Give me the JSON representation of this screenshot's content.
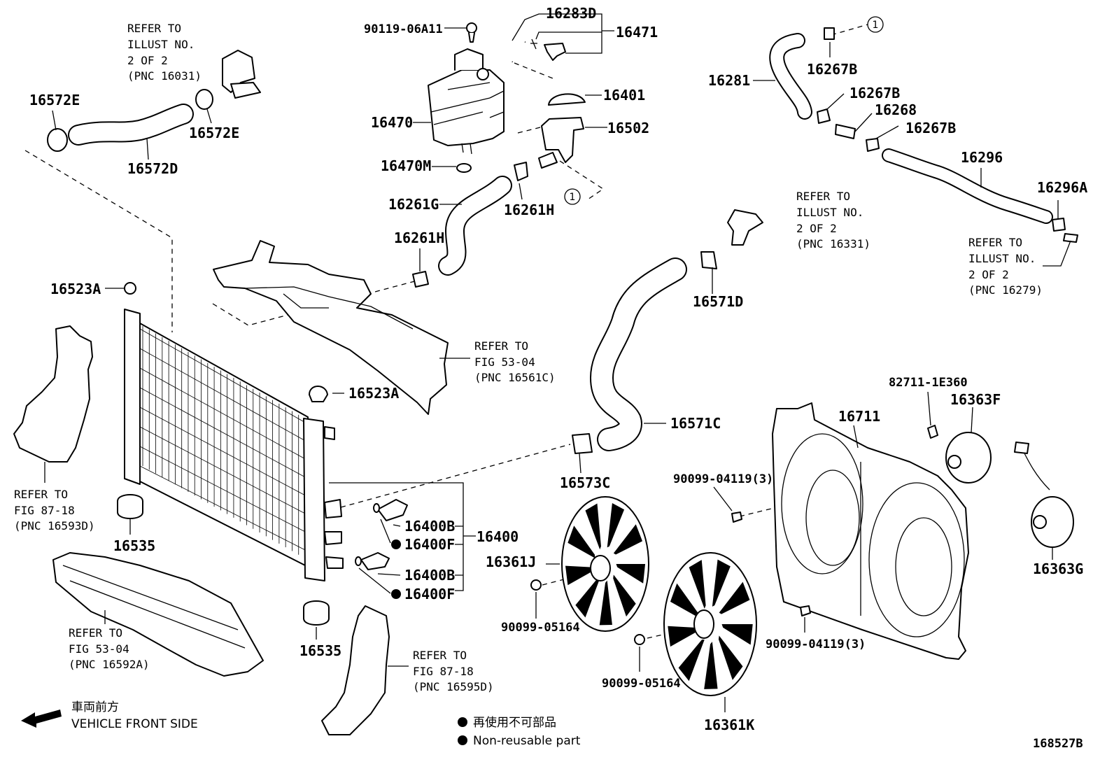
{
  "figure_id": "168527B",
  "part_labels": {
    "p90119": "90119-06A11",
    "p16283d": "16283D",
    "p16471": "16471",
    "p16401": "16401",
    "p16470": "16470",
    "p16502": "16502",
    "p16470m": "16470M",
    "p16261g": "16261G",
    "p16261h_upper": "16261H",
    "p16261h_lower": "16261H",
    "p16572e_left": "16572E",
    "p16572e_right": "16572E",
    "p16572d": "16572D",
    "p16523a_upper": "16523A",
    "p16523a_lower": "16523A",
    "p16535_left": "16535",
    "p16535_mid": "16535",
    "p16400b_upper": "16400B",
    "p16400f_upper": "16400F",
    "p16400b_lower": "16400B",
    "p16400f_lower": "16400F",
    "p16400": "16400",
    "p16281": "16281",
    "p16267b_top": "16267B",
    "p16267b_mid": "16267B",
    "p16268": "16268",
    "p16267b_right": "16267B",
    "p16296": "16296",
    "p16296a": "16296A",
    "p16571d": "16571D",
    "p16571c": "16571C",
    "p16573c": "16573C",
    "p16361j": "16361J",
    "p16361k": "16361K",
    "p90099_05164_left": "90099-05164",
    "p90099_05164_right": "90099-05164",
    "p90099_04119_upper": "90099-04119(3)",
    "p90099_04119_lower": "90099-04119(3)",
    "p16711": "16711",
    "p82711": "82711-1E360",
    "p16363f": "16363F",
    "p16363g": "16363G"
  },
  "refer_notes": {
    "ref_16031": [
      "REFER TO",
      "ILLUST NO.",
      "2 OF 2",
      "(PNC 16031)"
    ],
    "ref_16331": [
      "REFER TO",
      "ILLUST NO.",
      "2 OF 2",
      "(PNC 16331)"
    ],
    "ref_16279": [
      "REFER TO",
      "ILLUST NO.",
      "2 OF 2",
      "(PNC 16279)"
    ],
    "ref_16561c": [
      "REFER TO",
      "FIG 53-04",
      "(PNC 16561C)"
    ],
    "ref_16593d": [
      "REFER TO",
      "FIG 87-18",
      "(PNC 16593D)"
    ],
    "ref_16592a": [
      "REFER TO",
      "FIG 53-04",
      "(PNC 16592A)"
    ],
    "ref_16595d": [
      "REFER TO",
      "FIG 87-18",
      "(PNC 16595D)"
    ]
  },
  "circle_marker": "1",
  "direction_note": {
    "japanese": "車両前方",
    "english": "VEHICLE FRONT SIDE"
  },
  "legend": {
    "japanese": "再使用不可部品",
    "english": "Non-reusable part"
  }
}
